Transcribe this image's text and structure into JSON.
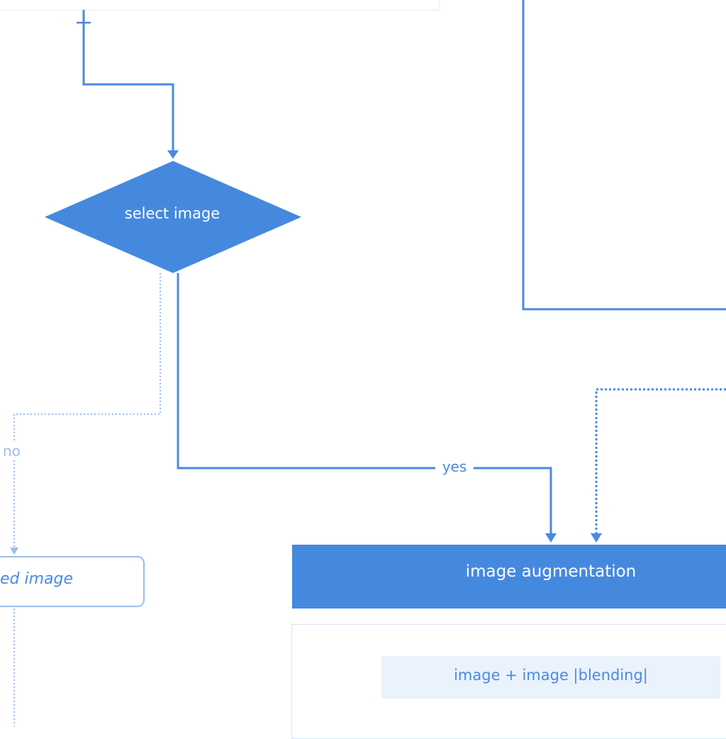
{
  "diagram": {
    "decision": {
      "label": "select image"
    },
    "branches": {
      "yes": "yes",
      "no": "no"
    },
    "rejected_node": {
      "label": "ed image"
    },
    "augmentation": {
      "title": "image augmentation",
      "items": [
        "image + image |blending|"
      ]
    }
  },
  "colors": {
    "primary": "#4589df",
    "line": "#4a8ae0",
    "light_line": "#9dbdea",
    "panel_fill": "#eaf2fc"
  }
}
